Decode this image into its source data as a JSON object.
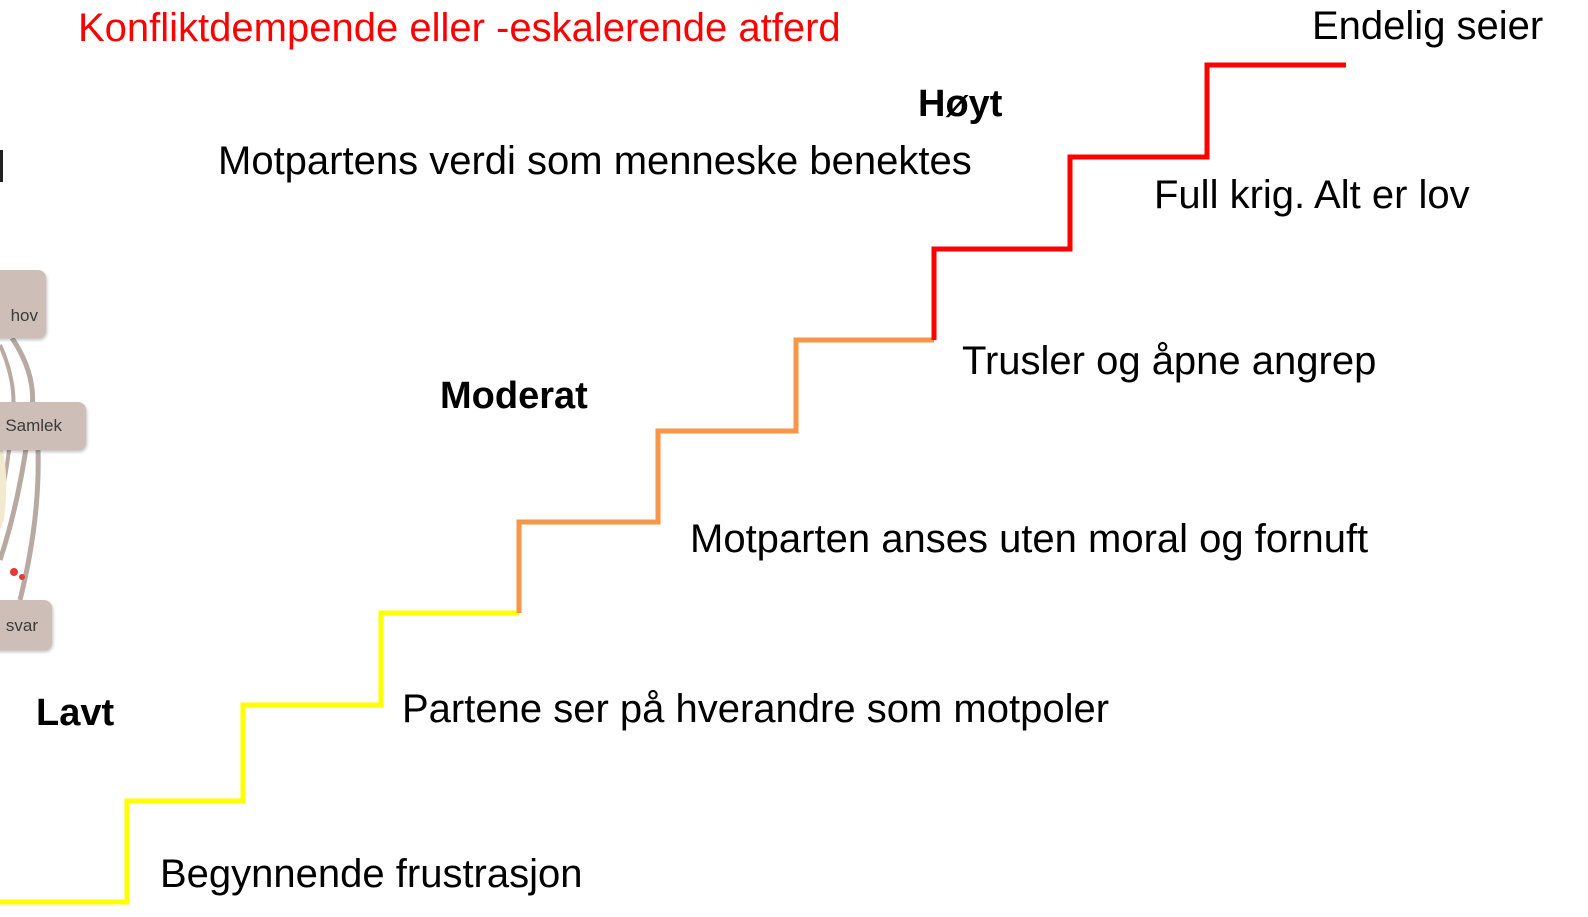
{
  "title": "Konfliktdempende eller -eskalerende atferd",
  "levels": {
    "low": "Lavt",
    "moderate": "Moderat",
    "high": "Høyt"
  },
  "steps": [
    "Begynnende frustrasjon",
    "Partene ser på hverandre som motpoler",
    "Motparten anses uten moral og fornuft",
    "Trusler og åpne angrep",
    "Full krig. Alt er lov",
    "Motpartens verdi som menneske benektes",
    "Endelig seier"
  ],
  "side_graphic": {
    "box_top": "hov",
    "box_mid": "Samlek",
    "box_bot": "svar"
  },
  "colors": {
    "title": "#ff0000",
    "stairs_low": "#ffff00",
    "stairs_moderate": "#f79646",
    "stairs_high": "#ff0000"
  }
}
